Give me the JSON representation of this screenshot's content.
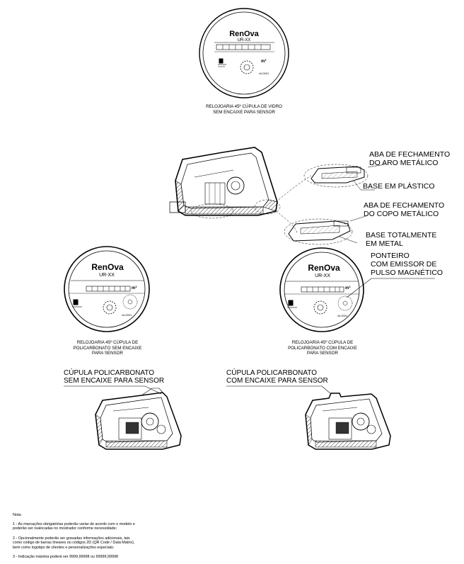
{
  "dial": {
    "brand": "RenOva",
    "model": "UR-XX",
    "unit": "m³",
    "factor": "x0,0001"
  },
  "captions": {
    "top": "RELOJOARIA 45º CÚPULA DE VIDRO\nSEM ENCAIXE PARA SENSOR",
    "left": "RELOJOARIA 45º CÚPULA DE\nPOLICARBONATO SEM ENCAIXE\nPARA SENSOR",
    "right": "RELOJOARIA 45º CÚPULA DE\nPOLICARBONATO COM ENCAIXE\nPARA SENSOR"
  },
  "callouts": {
    "aba_aro": "ABA DE FECHAMENTO\nDO ARO METÁLICO",
    "base_plastico": "BASE EM PLÁSTICO",
    "aba_copo": "ABA DE FECHAMENTO\nDO COPO METÁLICO",
    "base_metal": "BASE TOTALMENTE\nEM METAL",
    "ponteiro": "PONTEIRO\nCOM EMISSOR DE\nPULSO MAGNÉTICO"
  },
  "cupulas": {
    "sem": "CÚPULA POLICARBONATO\nSEM ENCAIXE PARA SENSOR",
    "com": "CÚPULA POLICARBONATO\nCOM ENCAIXE PARA SENSOR"
  },
  "notes": {
    "title": "Nota:",
    "n1": "1 - As marcações obrigatórias poderão variar de acordo com o modelo e\npoderão ser realocadas no mostrador conforme necessidade;",
    "n2": "2 - Opcionalmente poderão ser gravadas informações adicionais, tais\ncomo código de barras lineares ou códigos 2D (QR Code / Data Matrix),\nbem como logotipo de clientes e personalizações especiais;",
    "n3": "3 - Indicação máxima poderá ser 9999,99998 ou 99999,99998"
  }
}
